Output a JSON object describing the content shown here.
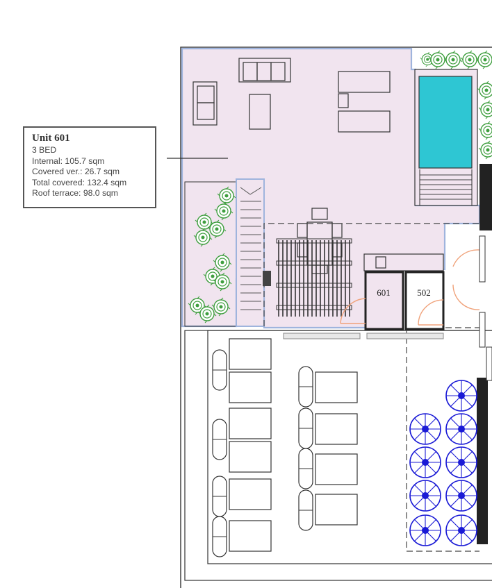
{
  "unit_card": {
    "title": "Unit 601",
    "bedrooms": "3 BED",
    "internal": "Internal: 105.7 sqm",
    "covered_veranda": "Covered ver.: 26.7 sqm",
    "total_covered": "Total covered: 132.4 sqm",
    "roof_terrace": "Roof terrace: 98.0 sqm"
  },
  "rooms": {
    "unit_601_label": "601",
    "unit_502_label": "502"
  },
  "colors": {
    "unit_highlight": "#f1e4ef",
    "unit_outline": "#9fb4dd",
    "pool_water": "#2ec6d3",
    "plants_green": "#3e9e3e",
    "umbrella_blue": "#1a1ad6",
    "door_swing": "#f0a27a"
  }
}
